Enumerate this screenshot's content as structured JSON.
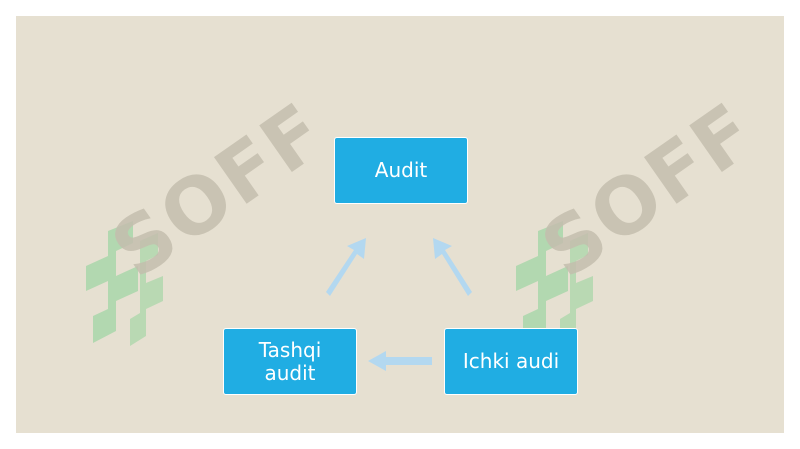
{
  "diagram": {
    "nodes": {
      "audit": "Audit",
      "tashqi_line1": "Tashqi",
      "tashqi_line2": "audit",
      "ichki": "Ichki audi"
    },
    "edges": [
      {
        "from": "tashqi",
        "to": "audit"
      },
      {
        "from": "ichki",
        "to": "audit"
      },
      {
        "from": "ichki",
        "to": "tashqi"
      }
    ]
  },
  "watermark": {
    "text": "SOFF",
    "color": "#c4beae",
    "logo_color": "#a5d6a7"
  },
  "colors": {
    "background": "#e6e0d1",
    "node_fill": "#20ade3",
    "arrow_fill": "#b3d8f0"
  }
}
